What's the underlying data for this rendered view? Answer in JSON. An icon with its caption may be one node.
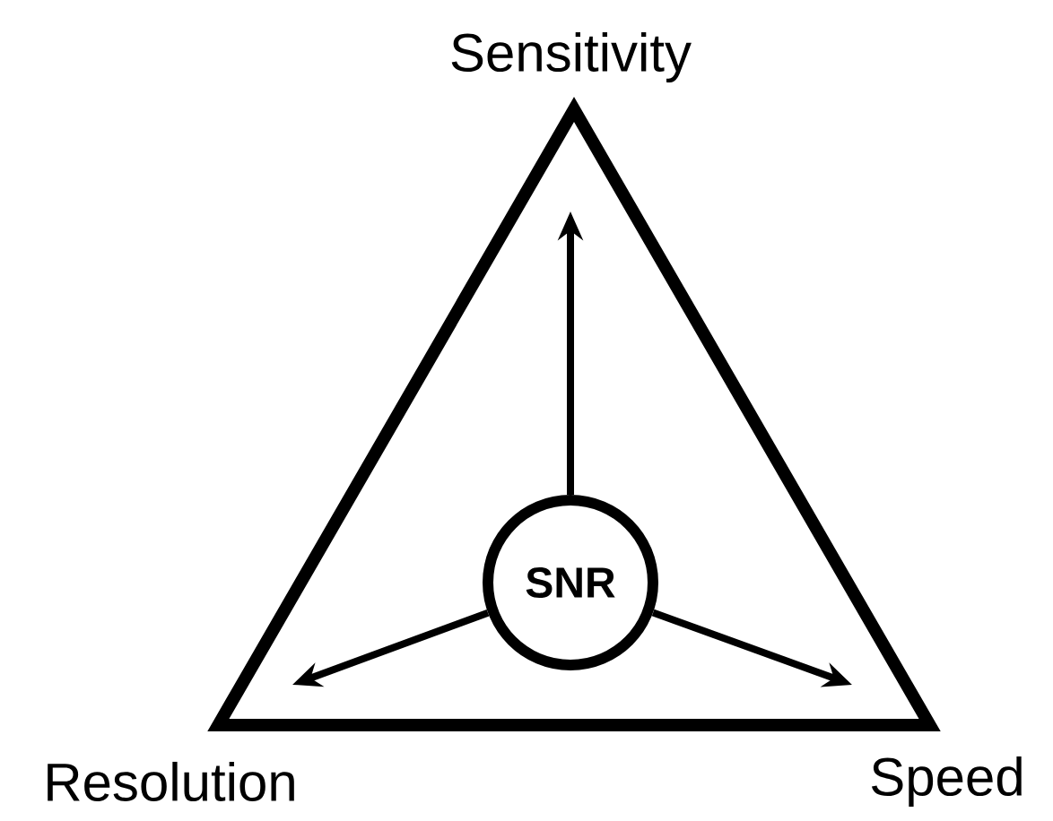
{
  "diagram": {
    "nodes": [
      {
        "text": [],
        "shape": "triangle"
      },
      {
        "text": [
          "SNR"
        ],
        "in": 0
      }
    ],
    "edges": [
      {
        "from": 1,
        "to": null,
        "arrow": "to"
      },
      {
        "from": 1,
        "to": null,
        "arrow": "to"
      },
      {
        "from": 1,
        "to": null,
        "arrow": "to"
      }
    ],
    "labels": [
      "Sensitivity",
      "Resolution",
      "Speed"
    ]
  }
}
